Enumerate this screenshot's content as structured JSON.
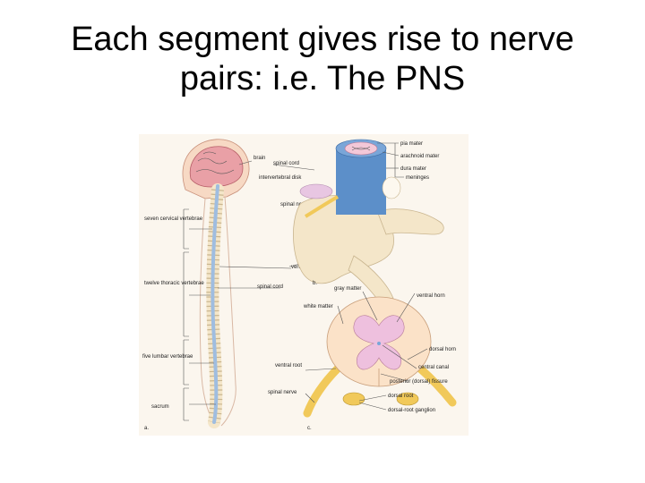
{
  "slide": {
    "title_line1": "Each segment gives rise to nerve",
    "title_line2": "pairs: i.e. The PNS"
  },
  "figure": {
    "panel_a": {
      "letter": "a.",
      "labels": {
        "brain": "brain",
        "spinal_cord_top": "spinal cord",
        "intervertebral_disk": "intervertebral disk",
        "spinal_nerve": "spinal nerve",
        "vertebrae": "vertebrae",
        "spinal_cord_mid": "spinal cord",
        "cervical": "seven cervical vertebrae",
        "thoracic": "twelve thoracic vertebrae",
        "lumbar": "five lumbar vertebrae",
        "sacrum": "sacrum"
      }
    },
    "panel_b": {
      "letter": "b.",
      "labels": {
        "pia_mater": "pia mater",
        "arachnoid_mater": "arachnoid mater",
        "dura_mater": "dura mater",
        "meninges": "meninges"
      }
    },
    "panel_c": {
      "letter": "c.",
      "labels": {
        "gray_matter": "gray matter",
        "ventral_horn": "ventral horn",
        "white_matter": "white matter",
        "dorsal_horn": "dorsal horn",
        "central_canal": "central canal",
        "posterior_fissure": "posterior (dorsal) fissure",
        "ventral_root": "ventral root",
        "spinal_nerve": "spinal nerve",
        "dorsal_root": "dorsal root",
        "dorsal_root_ganglion": "dorsal-root ganglion"
      }
    },
    "colors": {
      "brain": "#e9a0a6",
      "cord": "#9fbde0",
      "vertebra": "#f4e6c9",
      "dura": "#5c8fc9",
      "nerve": "#f1c95a"
    }
  }
}
